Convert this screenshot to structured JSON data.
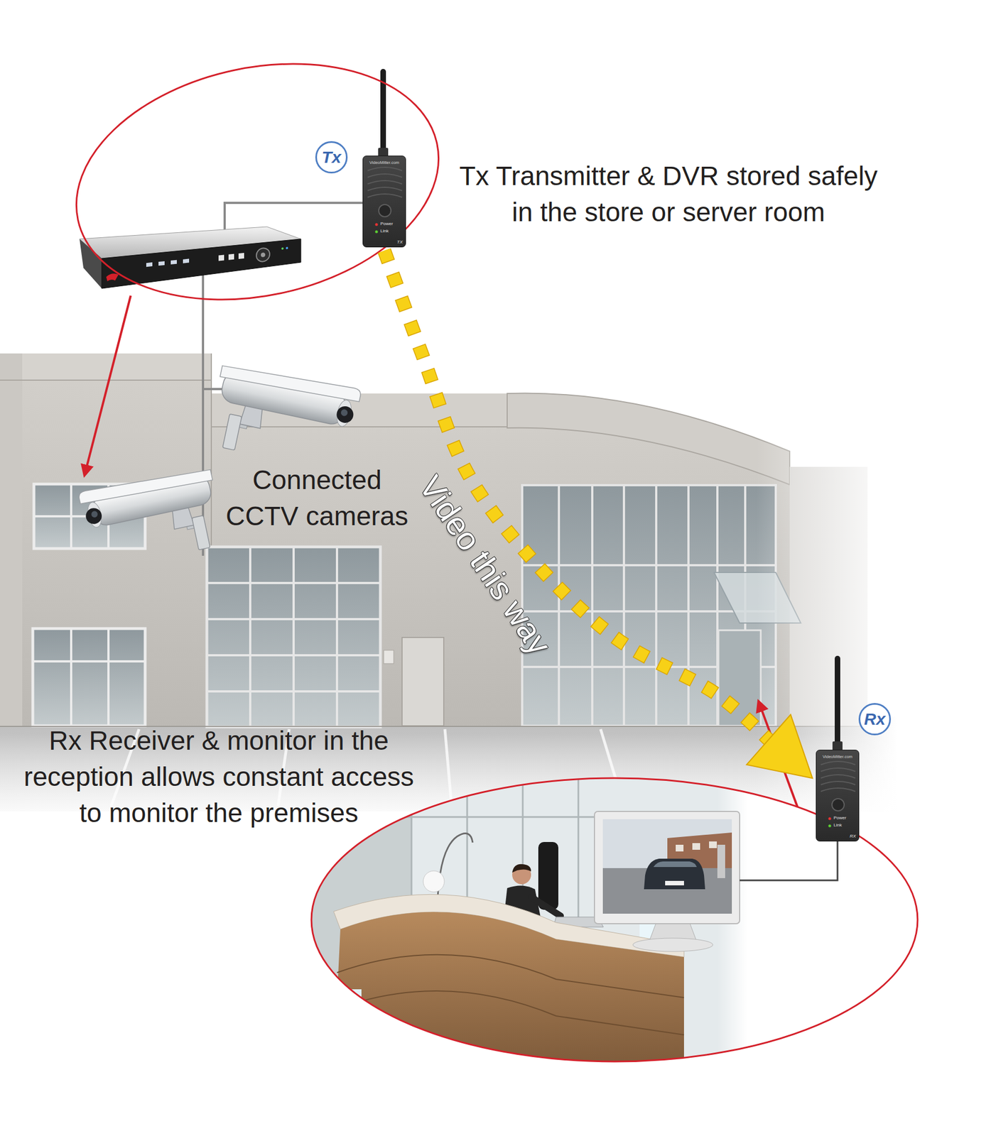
{
  "diagram": {
    "nodes": [
      {
        "text": [
          "Tx"
        ]
      },
      {
        "text": [
          "VideoMitter.com",
          "Power",
          "Link",
          "TX"
        ]
      },
      {
        "text": [
          "Rx"
        ]
      },
      {
        "text": [
          "VideoMitter.com",
          "Power",
          "Link",
          "RX"
        ]
      }
    ],
    "edges": [
      {
        "from": 1,
        "to": 3,
        "arrow": "to",
        "label": "Video this way"
      }
    ],
    "labels": [
      "Tx Transmitter & DVR stored safely in the store or server room",
      "Connected CCTV cameras",
      "Rx Receiver & monitor in the reception allows constant access to monitor the premises"
    ]
  }
}
